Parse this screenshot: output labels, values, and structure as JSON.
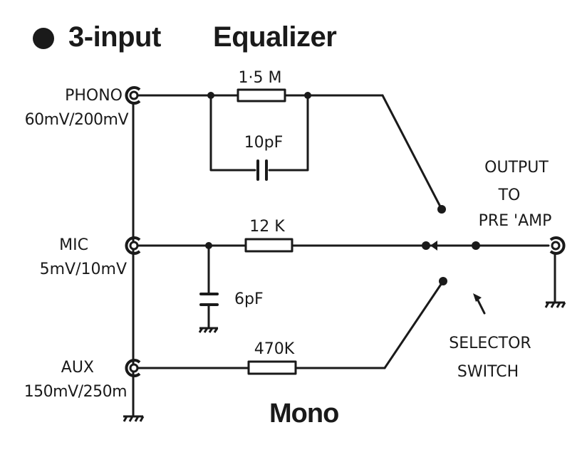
{
  "title": {
    "bullet_icon": "filled-circle-bullet",
    "text": "3-input  Equalizer"
  },
  "footer": {
    "text": "Mono"
  },
  "inputs": [
    {
      "name": "PHONO",
      "level": "60mV/200mV"
    },
    {
      "name": "MIC",
      "level": "5mV/10mV"
    },
    {
      "name": "AUX",
      "level": "150mV/250m"
    }
  ],
  "components": {
    "phono_resistor": "1·5 M",
    "phono_capacitor": "10pF",
    "mic_resistor": "12 K",
    "mic_capacitor": "6pF",
    "aux_resistor": "470K"
  },
  "output": {
    "line1": "OUTPUT",
    "line2": "TO",
    "line3": "PRE 'AMP"
  },
  "selector": {
    "line1": "SELECTOR",
    "line2": "SWITCH"
  },
  "colors": {
    "ink": "#1a1a1a",
    "paper": "#ffffff"
  }
}
